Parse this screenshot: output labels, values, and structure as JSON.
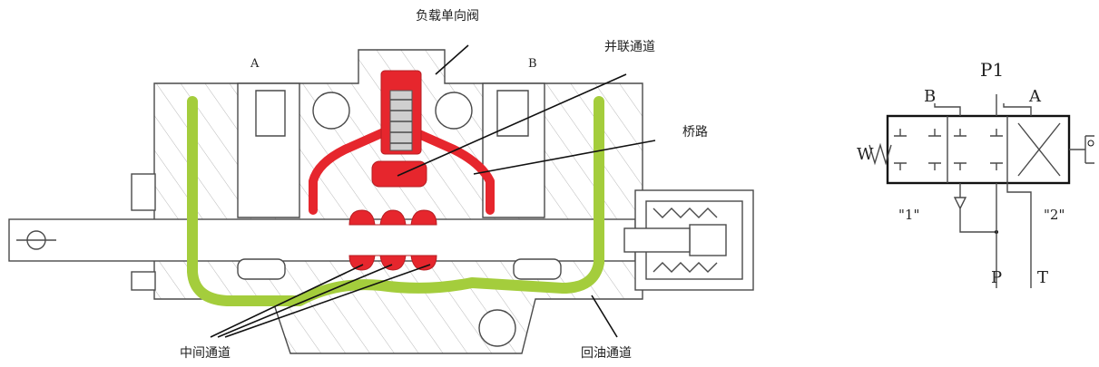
{
  "valve": {
    "port_a": "A",
    "port_b": "B",
    "callouts": {
      "load_check_valve": "负载单向阀",
      "parallel_passage": "并联通道",
      "bridge": "桥路",
      "center_passage": "中间通道",
      "return_passage": "回油通道"
    },
    "colors": {
      "pressure": "#e6262d",
      "return": "#a4cd3c"
    }
  },
  "symbol": {
    "port_b": "B",
    "port_p1": "P1",
    "port_a": "A",
    "port_p": "P",
    "port_t": "T",
    "position_1": "\"1\"",
    "position_2": "\"2\"",
    "spring": "W"
  }
}
